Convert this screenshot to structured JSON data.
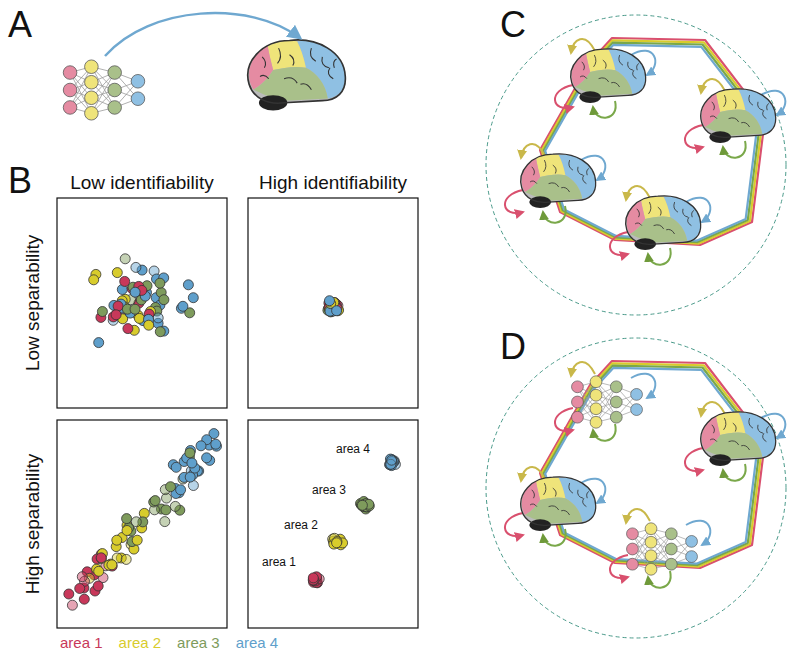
{
  "diagram": {
    "labels": [
      "A",
      "B",
      "Low identifiability",
      "High identifiability",
      "Low separability",
      "High separability",
      "area 4",
      "area 3",
      "area 2",
      "area 1",
      "C",
      "D"
    ],
    "legend": [
      {
        "text": "area 1",
        "color": "#c8385a"
      },
      {
        "text": "area 2",
        "color": "#d8cc2c"
      },
      {
        "text": "area 3",
        "color": "#7e9b5c"
      },
      {
        "text": "area 4",
        "color": "#5f9fcb"
      }
    ]
  }
}
